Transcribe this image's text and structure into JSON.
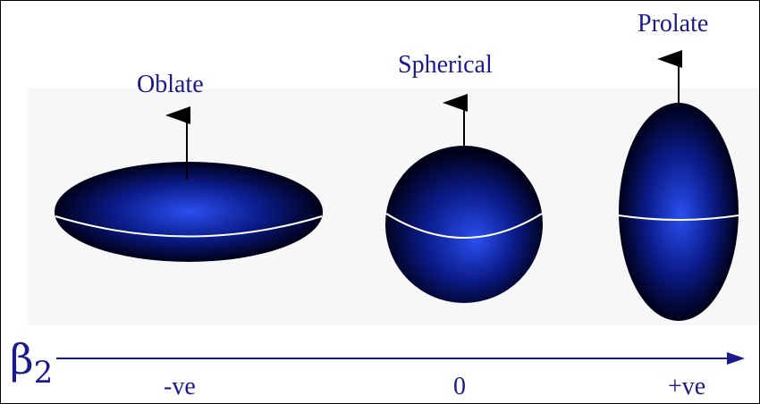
{
  "shapes": {
    "oblate": {
      "label": "Oblate"
    },
    "spherical": {
      "label": "Spherical"
    },
    "prolate": {
      "label": "Prolate"
    }
  },
  "axis": {
    "symbol": "β",
    "subscript": "2",
    "ticks": {
      "negative": "-ve",
      "zero": "0",
      "positive": "+ve"
    }
  },
  "colors": {
    "text": "#1a1a8c",
    "axis": "#1a1a8c",
    "body_center": "#1f3fe0",
    "body_edge": "#000022",
    "equator": "#ffffff"
  }
}
